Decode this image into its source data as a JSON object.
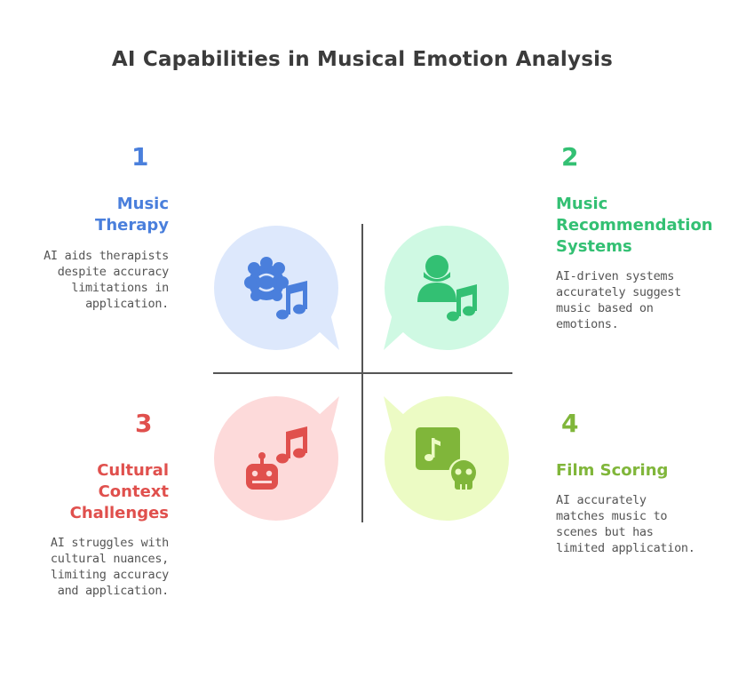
{
  "title": "AI Capabilities in Musical Emotion Analysis",
  "quadrants": [
    {
      "number": "1",
      "heading_line1": "Music",
      "heading_line2": "Therapy",
      "desc_lines": [
        "AI aids therapists",
        "despite accuracy",
        "limitations in",
        "application."
      ],
      "color": "#4a7fdc",
      "bubble": "#dde8fc",
      "icon": "brain-music-icon"
    },
    {
      "number": "2",
      "heading_line1": "Music",
      "heading_line2": "Recommendation",
      "heading_line3": "Systems",
      "desc_lines": [
        "AI-driven systems",
        "accurately suggest",
        "music based on",
        "emotions."
      ],
      "color": "#33c073",
      "bubble": "#cff9e3",
      "icon": "person-music-icon"
    },
    {
      "number": "3",
      "heading_line1": "Cultural",
      "heading_line2": "Context",
      "heading_line3": "Challenges",
      "desc_lines": [
        "AI struggles with",
        "cultural nuances,",
        "limiting accuracy",
        "and application."
      ],
      "color": "#e0504d",
      "bubble": "#fddada",
      "icon": "robot-music-icon"
    },
    {
      "number": "4",
      "heading_line1": "Film Scoring",
      "desc_lines": [
        "AI accurately",
        "matches music to",
        "scenes but has",
        "limited application."
      ],
      "color": "#80b63a",
      "bubble": "#ecfbc4",
      "icon": "music-file-skull-icon"
    }
  ]
}
